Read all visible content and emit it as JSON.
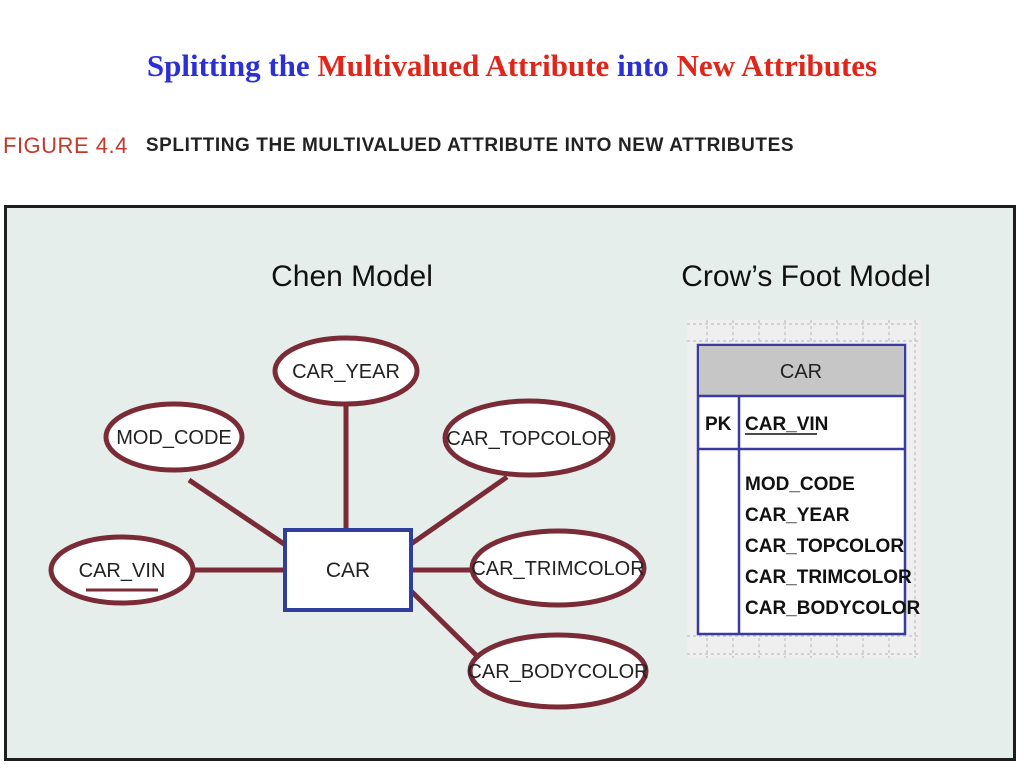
{
  "slide": {
    "title_part1": "Splitting the",
    "title_part2": "Multivalued Attribute",
    "title_part3": "into",
    "title_part4": "New Attributes"
  },
  "figure": {
    "number": "FIGURE 4.4",
    "title": "Splitting the Multivalued Attribute into New Attributes"
  },
  "chen_model": {
    "title": "Chen Model",
    "entity": "CAR",
    "attributes": {
      "car_year": "CAR_YEAR",
      "mod_code": "MOD_CODE",
      "car_topcolor": "CAR_TOPCOLOR",
      "car_vin": "CAR_VIN",
      "car_trimcolor": "CAR_TRIMCOLOR",
      "car_bodycolor": "CAR_BODYCOLOR"
    },
    "key_attribute": "CAR_VIN"
  },
  "crows_foot_model": {
    "title": "Crow’s Foot Model",
    "entity_name": "CAR",
    "pk_label": "PK",
    "pk_attribute": "CAR_VIN",
    "attributes": [
      "MOD_CODE",
      "CAR_YEAR",
      "CAR_TOPCOLOR",
      "CAR_TRIMCOLOR",
      "CAR_BODYCOLOR"
    ]
  },
  "colors": {
    "title_blue": "#2b2fd6",
    "title_red": "#e0261b",
    "ellipse_stroke": "#7a2b36",
    "entity_stroke": "#2f3f9a",
    "panel_bg": "#e5eeea",
    "table_header_bg": "#c6c6c6",
    "table_border": "#3a3aa0"
  }
}
